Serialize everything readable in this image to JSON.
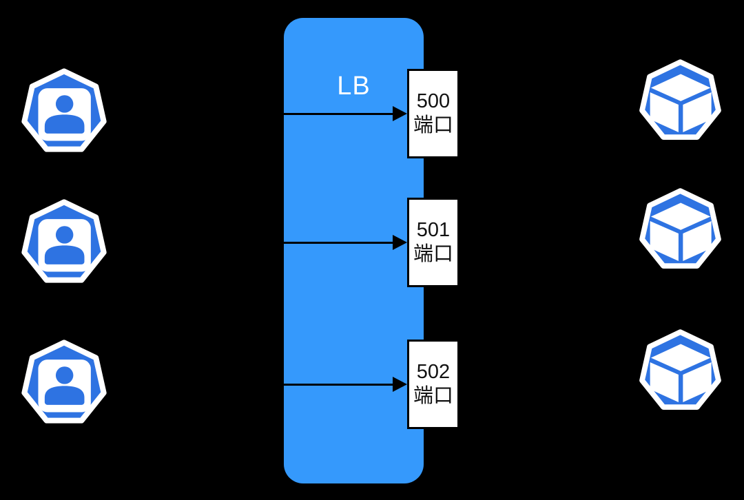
{
  "canvas": {
    "background_color": "#000000"
  },
  "load_balancer": {
    "label": "LB",
    "fill_color": "#3599FC",
    "label_color": "#FFFFFF"
  },
  "rows": [
    {
      "port_number": "500",
      "port_label": "端口"
    },
    {
      "port_number": "501",
      "port_label": "端口"
    },
    {
      "port_number": "502",
      "port_label": "端口"
    }
  ],
  "arrows": {
    "count": 3,
    "color": "#000000",
    "direction": "right"
  },
  "icons": {
    "left_column": {
      "name": "user-icon",
      "count": 3,
      "fill_color": "#2E73E2",
      "outline_color": "#FFFFFF"
    },
    "right_column": {
      "name": "cube-icon",
      "count": 3,
      "fill_color": "#2E73E2",
      "outline_color": "#FFFFFF"
    }
  }
}
